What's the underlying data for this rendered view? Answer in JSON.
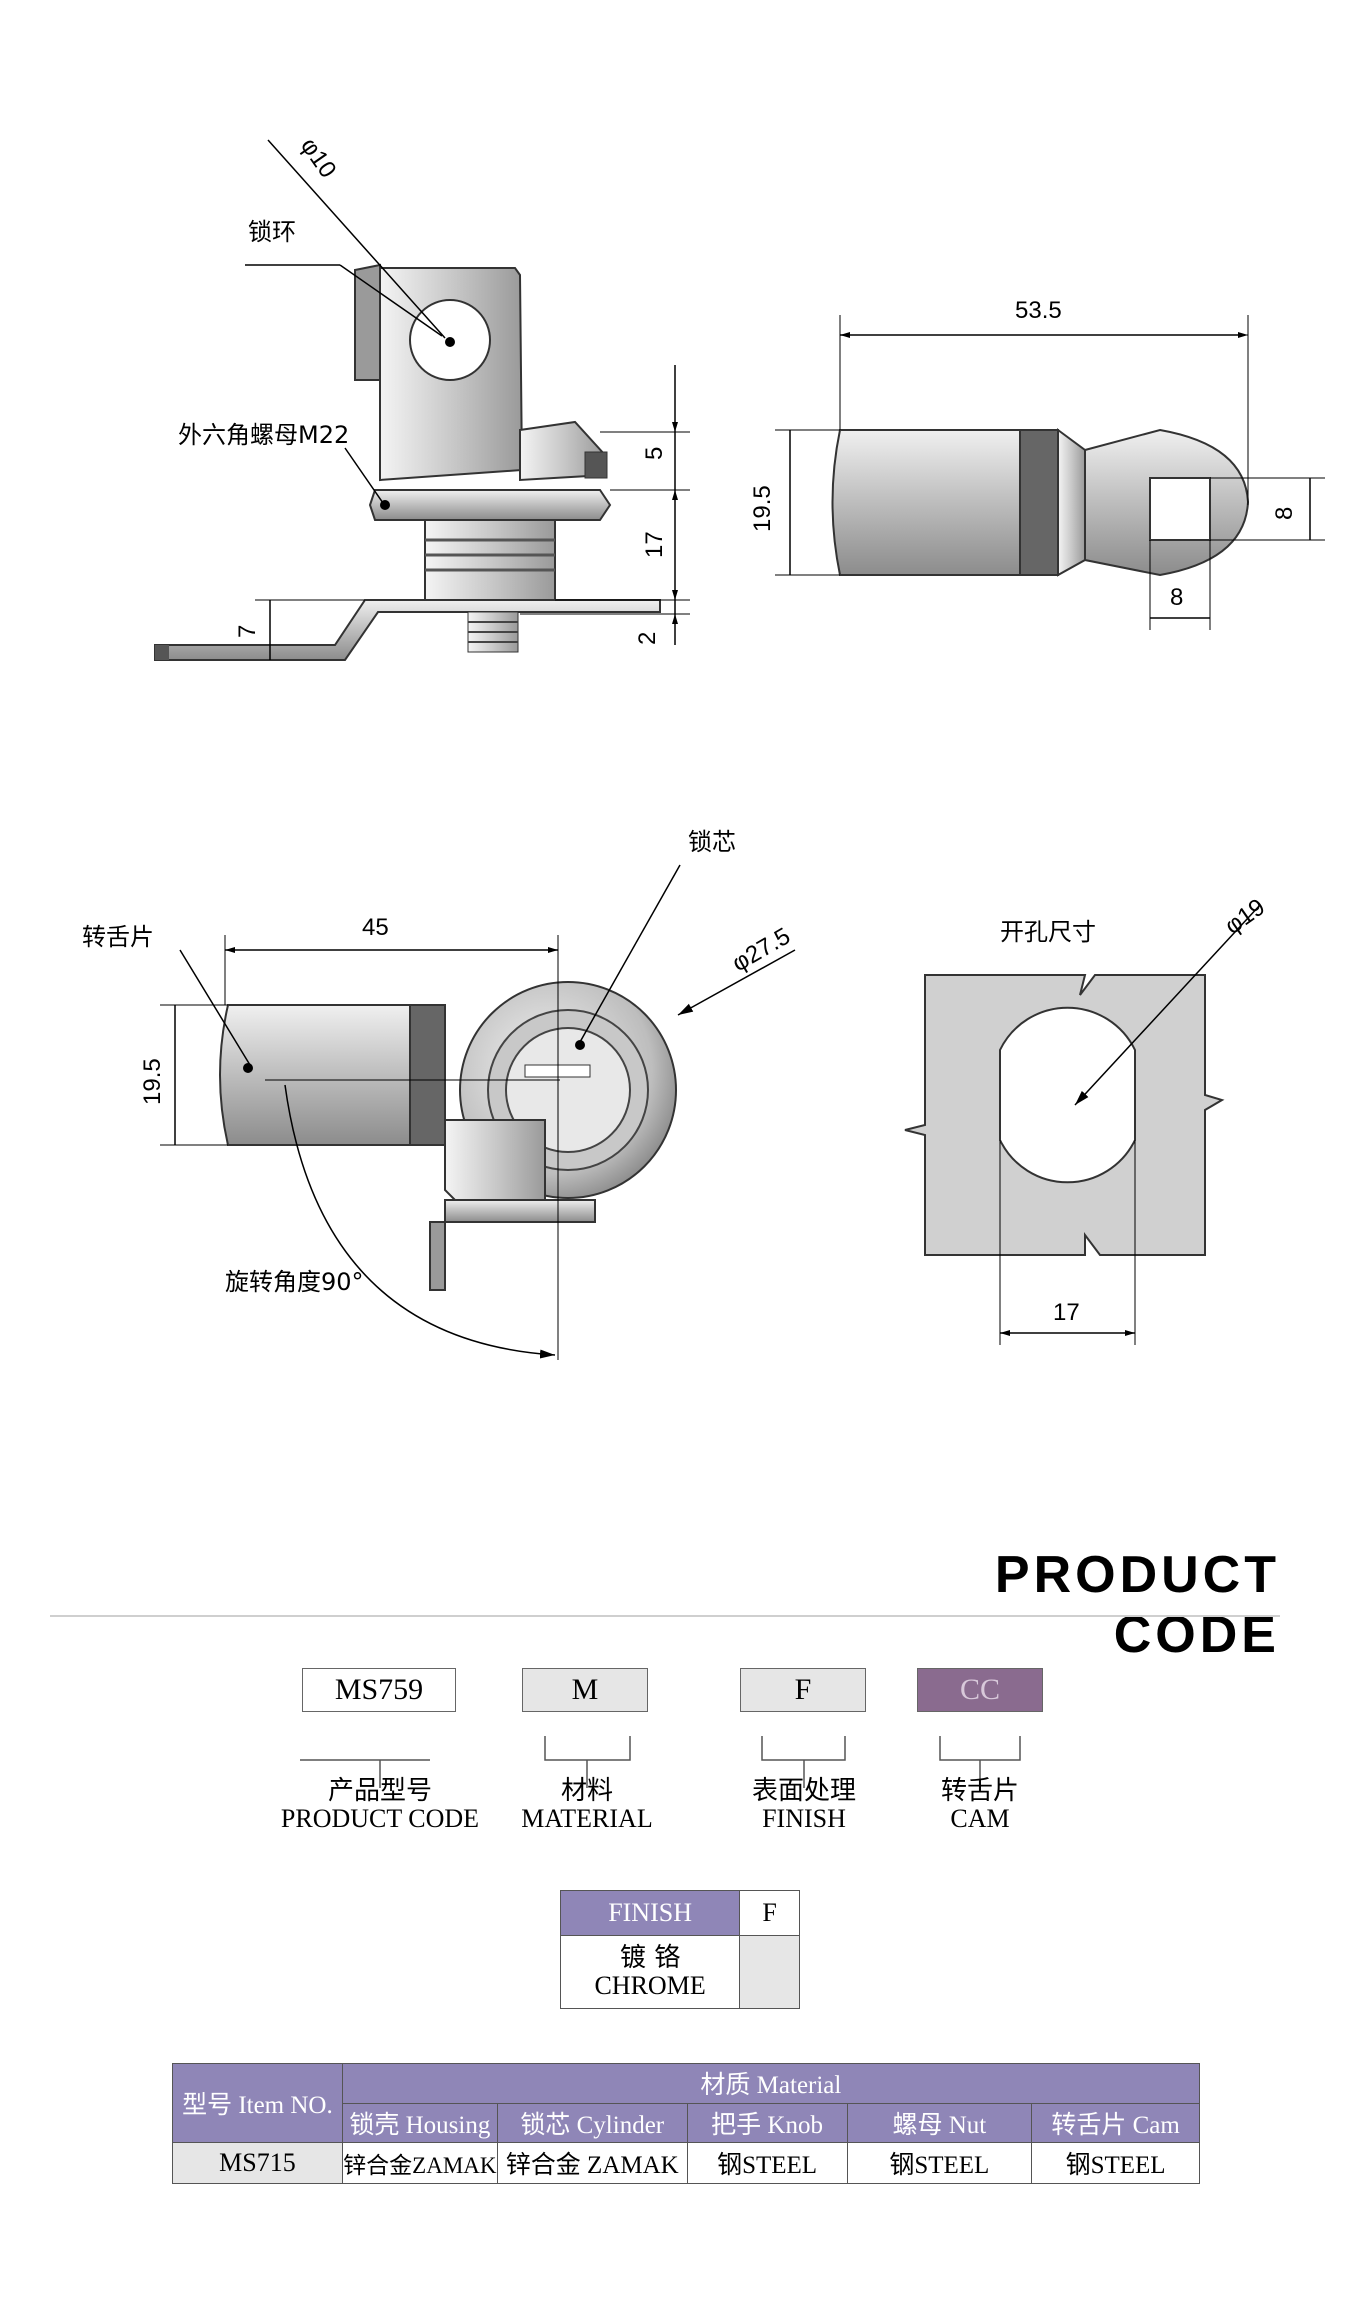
{
  "drawing": {
    "side_view": {
      "label_lock_ring": "锁环",
      "label_hex_nut": "外六角螺母M22",
      "dim_phi10": "φ10",
      "dim_5": "5",
      "dim_17": "17",
      "dim_2": "2",
      "dim_7": "7"
    },
    "cam_side_view": {
      "dim_53_5": "53.5",
      "dim_19_5": "19.5",
      "dim_8_vertical": "8",
      "dim_8_horizontal": "8"
    },
    "front_view": {
      "label_cam": "转舌片",
      "label_cylinder": "锁芯",
      "label_rotation": "旋转角度90°",
      "dim_45": "45",
      "dim_19_5": "19.5",
      "dim_phi27_5": "φ27.5"
    },
    "cutout_view": {
      "label_cutout": "开孔尺寸",
      "dim_phi19": "φ19",
      "dim_17": "17"
    }
  },
  "product_code": {
    "title": "PRODUCT CODE",
    "codes": [
      {
        "value": "MS759",
        "zh": "产品型号",
        "en": "PRODUCT CODE"
      },
      {
        "value": "M",
        "zh": "材料",
        "en": "MATERIAL"
      },
      {
        "value": "F",
        "zh": "表面处理",
        "en": "FINISH"
      },
      {
        "value": "CC",
        "zh": "转舌片",
        "en": "CAM"
      }
    ],
    "colors": {
      "purple": "#8f86b7",
      "grey": "#e6e6e6",
      "cam_purple": "#8a6b8f"
    }
  },
  "finish_table": {
    "header_label": "FINISH",
    "header_code": "F",
    "row_zh": "镀 铬",
    "row_en": "CHROME"
  },
  "material_table": {
    "item_header": "型号 Item NO.",
    "material_header": "材质 Material",
    "columns": [
      "锁壳 Housing",
      "锁芯 Cylinder",
      "把手 Knob",
      "螺母 Nut",
      "转舌片 Cam"
    ],
    "row": {
      "item": "MS715",
      "values": [
        "锌合金ZAMAK",
        "锌合金 ZAMAK",
        "钢STEEL",
        "钢STEEL",
        "钢STEEL"
      ]
    }
  }
}
